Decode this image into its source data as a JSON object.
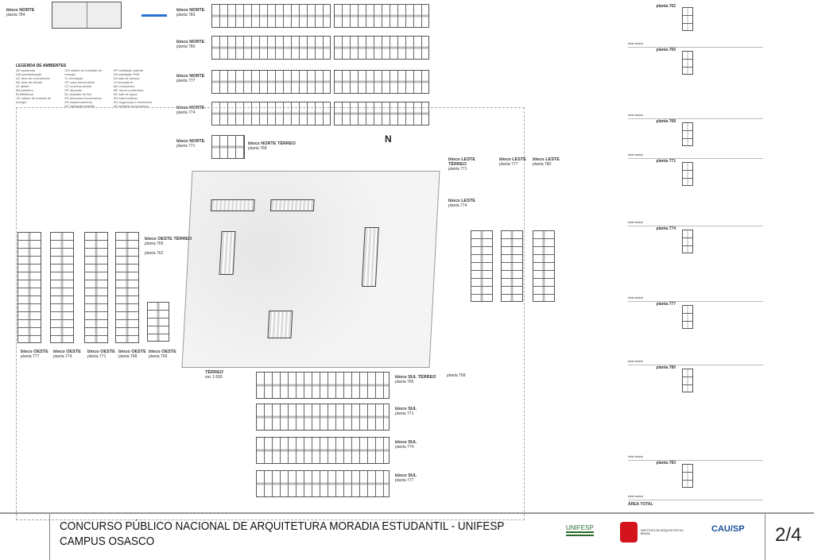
{
  "top_left": {
    "block": "bloco NORTE",
    "plan": "planta 784"
  },
  "legend": {
    "title": "LEGENDA DE AMBIENTES",
    "items": [
      "AD academia",
      "AM administração",
      "AC área de convivência",
      "AE área de estudo",
      "AT atelier",
      "BA banheiro",
      "BI biblioteca",
      "CE cabine de entrada de energia",
      "CM cabine de medição de energia",
      "CI circulação",
      "CP copa funcionários",
      "CC cozinha central",
      "DP depósito",
      "DL depósito de lixo",
      "DS descanso funcionários",
      "ES estacionamento",
      "HF habitação familiar",
      "HP habitação padrão",
      "HA habitação PNE",
      "SA sala de acesso",
      "LV lavanderia",
      "MO moradores",
      "MP mural e palestras",
      "SE sala de jogos",
      "SM sala multiuso",
      "SG segurança e bombeiros",
      "VE vestiário funcionários"
    ]
  },
  "norte": [
    {
      "block": "bloco NORTE",
      "plan": "planta 783"
    },
    {
      "block": "bloco NORTE",
      "plan": "planta 780"
    },
    {
      "block": "bloco NORTE",
      "plan": "planta 777"
    },
    {
      "block": "bloco NORTE",
      "plan": "planta 774"
    },
    {
      "block": "bloco NORTE",
      "plan": "planta 771"
    }
  ],
  "norte_terreo": {
    "block": "bloco NORTE TÉRREO",
    "plan": "planta 768"
  },
  "north_mark": "N",
  "leste": [
    {
      "block": "bloco LESTE TÉRREO",
      "plan": "planta 771"
    },
    {
      "block": "bloco LESTE",
      "plan": "planta 774"
    },
    {
      "block": "bloco LESTE",
      "plan": "planta 777"
    },
    {
      "block": "bloco LESTE",
      "plan": "planta 780"
    }
  ],
  "oeste": [
    {
      "block": "bloco OESTE",
      "plan": "planta 777"
    },
    {
      "block": "bloco OESTE",
      "plan": "planta 774"
    },
    {
      "block": "bloco OESTE",
      "plan": "planta 771"
    },
    {
      "block": "bloco OESTE",
      "plan": "planta 768"
    },
    {
      "block": "bloco OESTE",
      "plan": "planta 765"
    }
  ],
  "oeste_terreo": {
    "block": "bloco OESTE TÉRREO",
    "plan": "planta 765",
    "plan2": "planta 762"
  },
  "sul": [
    {
      "block": "bloco SUL TÉRREO",
      "plan": "planta 765"
    },
    {
      "block": "bloco SUL",
      "plan": "planta 771"
    },
    {
      "block": "bloco SUL",
      "plan": "planta 774"
    },
    {
      "block": "bloco SUL",
      "plan": "planta 777"
    }
  ],
  "sul_extra": {
    "plan": "planta 768"
  },
  "site": {
    "label": "TÉRREO",
    "scale": "esc 1:500"
  },
  "right": [
    {
      "plan": "planta 762",
      "total": "total andar"
    },
    {
      "plan": "planta 765",
      "total": "total andar"
    },
    {
      "plan": "planta 768",
      "total": "total andar"
    },
    {
      "plan": "planta 771",
      "total": "total andar"
    },
    {
      "plan": "planta 774",
      "total": "total andar"
    },
    {
      "plan": "planta 777",
      "total": "total andar"
    },
    {
      "plan": "planta 780",
      "total": "total andar"
    },
    {
      "plan": "planta 783",
      "total": "total andar"
    }
  ],
  "right_footer": "ÁREA TOTAL",
  "footer": {
    "title1": "CONCURSO PÚBLICO NACIONAL DE ARQUITETURA MORADIA ESTUDANTIL - UNIFESP",
    "title2": "CAMPUS OSASCO",
    "page": "2/4",
    "logos": [
      "UNIFESP",
      "INSTITUTO DE ARQUITETOS DO BRASIL",
      "CAU/SP"
    ]
  }
}
